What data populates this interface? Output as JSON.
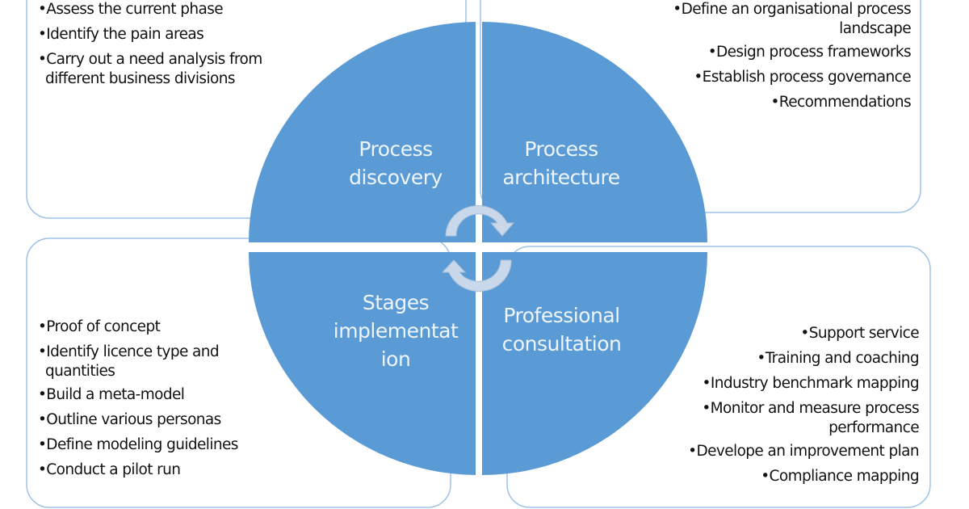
{
  "quadrants": [
    {
      "title": "Process discovery",
      "title_lines": [
        "Process",
        "discovery"
      ],
      "items": [
        "•Assess the current phase",
        "•Identify the pain areas",
        "•Carry out a need analysis from",
        "different business divisions"
      ]
    },
    {
      "title": "Process architecture",
      "title_lines": [
        "Process",
        "architecture"
      ],
      "items": [
        "•Define an organisational process",
        "landscape",
        "•Design process frameworks",
        "•Establish process governance",
        "•Recommendations"
      ]
    },
    {
      "title": "Stages implementation",
      "title_lines": [
        "Stages",
        "implementat",
        "ion"
      ],
      "items": [
        "•Proof of concept",
        "•Identify licence type and",
        "quantities",
        "•Build a meta-model",
        "•Outline various personas",
        "•Define modeling guidelines",
        "•Conduct a pilot run"
      ]
    },
    {
      "title": "Professional consultation",
      "title_lines": [
        "Professional",
        "consultation"
      ],
      "items": [
        "•Support service",
        "•Training and coaching",
        "•Industry benchmark mapping",
        "•Monitor and measure process",
        "performance",
        "•Develope an improvement plan",
        "•Compliance mapping"
      ]
    }
  ],
  "colors": {
    "quadrant_fill": "#5b9bd5",
    "box_border": "#9dc3e6",
    "arrow": "#c9d8ea"
  }
}
